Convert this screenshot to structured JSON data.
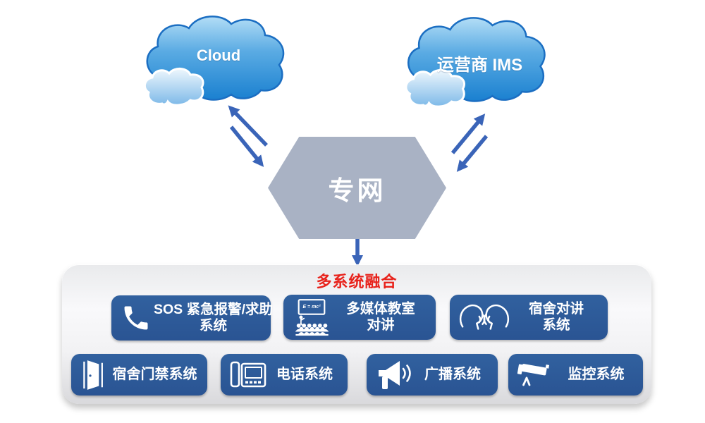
{
  "clouds": {
    "left": {
      "label": "Cloud"
    },
    "right": {
      "label": "运营商 IMS"
    }
  },
  "hexagon": {
    "label": "专网"
  },
  "fusion": {
    "title": "多系统融合"
  },
  "systems": {
    "row1": [
      {
        "icon": "phone-handset-icon",
        "label_line1": "SOS 紧急报警/求助",
        "label_line2": "系统"
      },
      {
        "icon": "multimedia-classroom-icon",
        "label_line1": "多媒体教室",
        "label_line2": "对讲",
        "board_formula": "E = mc²"
      },
      {
        "icon": "intercom-faces-icon",
        "label_line1": "宿舍对讲",
        "label_line2": "系统"
      }
    ],
    "row2": [
      {
        "icon": "open-door-icon",
        "label": "宿舍门禁系统"
      },
      {
        "icon": "desk-phone-icon",
        "label": "电话系统"
      },
      {
        "icon": "megaphone-icon",
        "label": "广播系统"
      },
      {
        "icon": "cctv-camera-icon",
        "label": "监控系统"
      }
    ]
  },
  "colors": {
    "box_blue": "#2e5c9f",
    "arrow_blue": "#3a64b8",
    "hexagon_gray": "#a9b2c4",
    "fusion_red": "#e8221b",
    "cloud_dark_blue": "#1a80d0",
    "cloud_light_blue": "#b3ddf6"
  }
}
